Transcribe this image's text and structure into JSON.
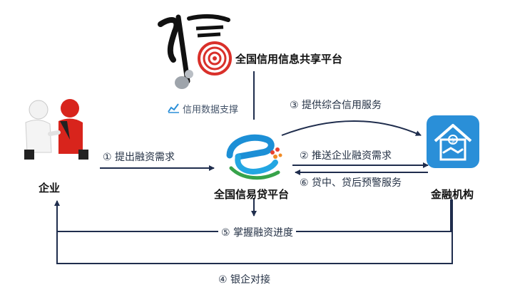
{
  "top_platform": {
    "title": "全国信用信息共享平台",
    "logo_text": "信"
  },
  "credit_support": {
    "text": "信用数据支撑"
  },
  "center_platform": {
    "title": "全国信易贷平台"
  },
  "left_node": {
    "title": "企业"
  },
  "right_node": {
    "title": "金融机构"
  },
  "steps": {
    "s1": "① 提出融资需求",
    "s2": "② 推送企业融资需求",
    "s3": "③ 提供综合信用服务",
    "s4": "④ 银企对接",
    "s5": "⑤ 掌握融资进度",
    "s6": "⑥ 贷中、贷后预警服务"
  },
  "colors": {
    "arrow": "#1f2d4d",
    "platform_blue": "#1c8fd6",
    "bank_blue": "#2a8fd8",
    "red": "#d9302a",
    "green": "#37a34a"
  }
}
